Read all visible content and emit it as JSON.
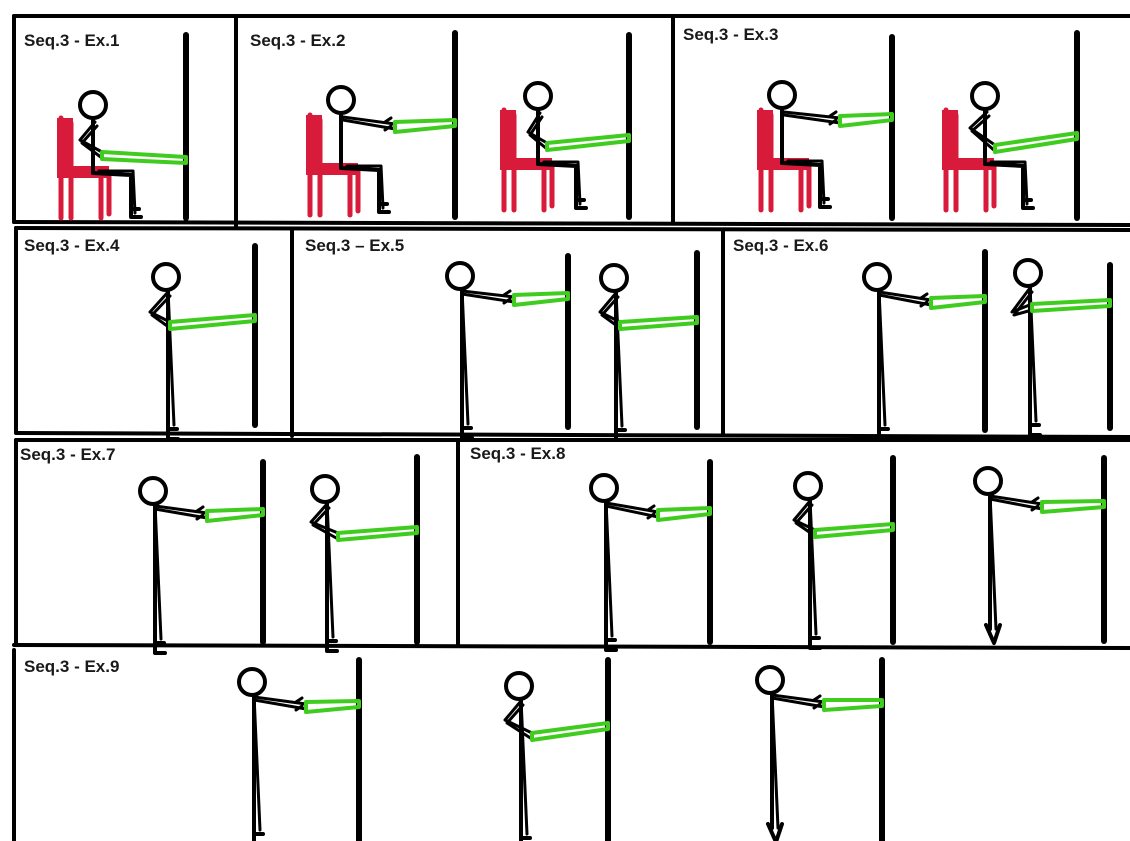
{
  "colors": {
    "band": "#3fcc1f",
    "chair": "#d81b3a",
    "stroke": "#000000",
    "background": "#ffffff"
  },
  "exercises": [
    {
      "id": "ex1",
      "label": "Seq.3 - Ex.1"
    },
    {
      "id": "ex2",
      "label": "Seq.3 - Ex.2"
    },
    {
      "id": "ex3",
      "label": "Seq.3 - Ex.3"
    },
    {
      "id": "ex4",
      "label": "Seq.3 - Ex.4"
    },
    {
      "id": "ex5",
      "label": "Seq.3 – Ex.5"
    },
    {
      "id": "ex6",
      "label": "Seq.3 - Ex.6"
    },
    {
      "id": "ex7",
      "label": "Seq.3 - Ex.7"
    },
    {
      "id": "ex8",
      "label": "Seq.3 - Ex.8"
    },
    {
      "id": "ex9",
      "label": "Seq.3 - Ex.9"
    }
  ]
}
